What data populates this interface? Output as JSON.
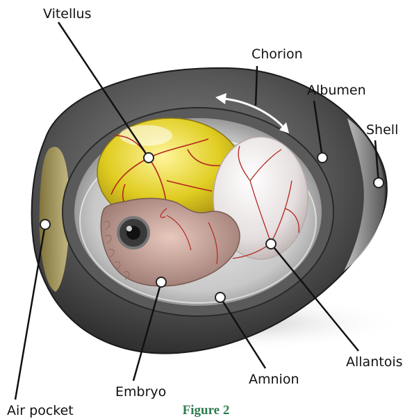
{
  "diagram": {
    "labels": {
      "vitellus": "Vitellus",
      "chorion": "Chorion",
      "albumen": "Albumen",
      "shell": "Shell",
      "air_pocket": "Air pocket",
      "embryo": "Embryo",
      "amnion": "Amnion",
      "allantois": "Allantois"
    },
    "caption": "Figure 2"
  },
  "colors": {
    "shell_dark": "#3a3a3a",
    "yolk": "#d8c41a",
    "blood_vessels": "#b3261e",
    "caption": "#2e7d4f"
  }
}
